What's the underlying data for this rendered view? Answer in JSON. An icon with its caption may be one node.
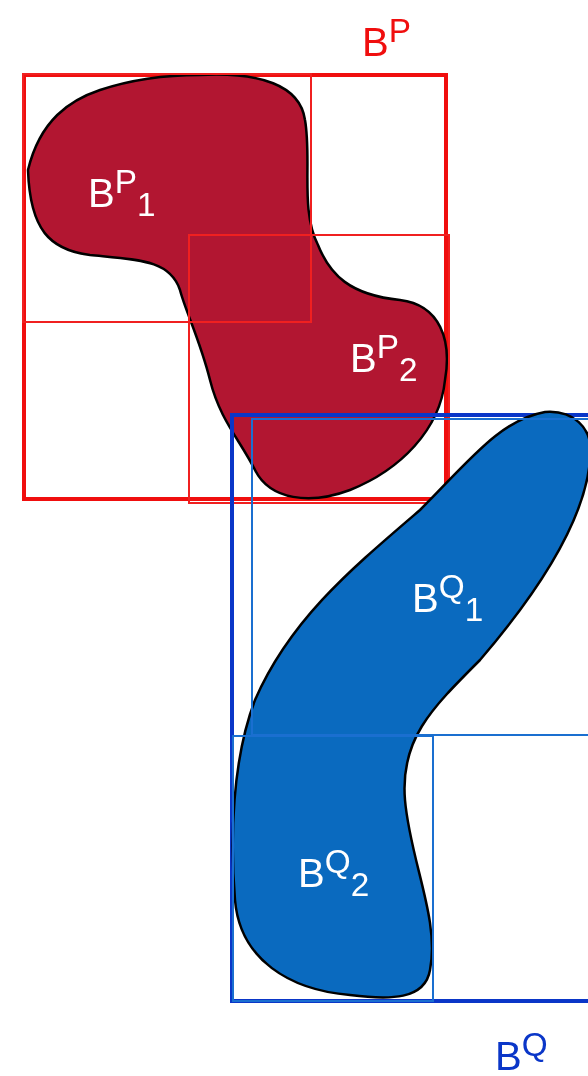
{
  "diagram": {
    "nodes": [
      {
        "text": [
          "B$^{P}$"
        ]
      },
      {
        "text": [
          "B$^{P}$$_{1}$"
        ],
        "in": 0
      },
      {
        "text": [
          "B$^{P}$$_{2}$"
        ],
        "in": 0
      },
      {
        "text": [
          "B$^{Q}$"
        ]
      },
      {
        "text": [
          "B$^{Q}$$_{1}$"
        ],
        "in": 3
      },
      {
        "text": [
          "B$^{Q}$$_{2}$"
        ],
        "in": 3
      }
    ]
  }
}
